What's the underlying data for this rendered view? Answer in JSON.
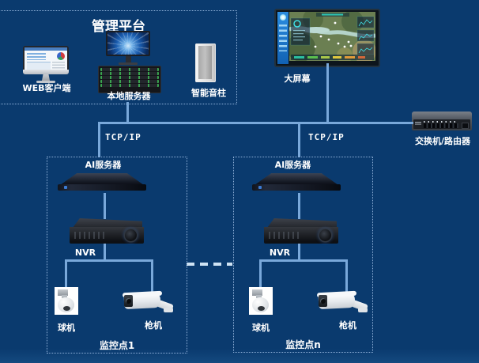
{
  "colors": {
    "background": "#0a3a6e",
    "line": "#79a8da",
    "box_border": "#8fb0d8",
    "text": "#ffffff"
  },
  "management_platform": {
    "title": "管理平台",
    "web_client_label": "WEB客户端",
    "local_server_label": "本地服务器",
    "speaker_label": "智能音柱"
  },
  "big_screen_label": "大屏幕",
  "switch_label": "交换机/路由器",
  "tcp_ip_left": "TCP/IP",
  "tcp_ip_right": "TCP/IP",
  "monitoring_points": [
    {
      "name": "监控点1",
      "ai_server_label": "AI服务器",
      "nvr_label": "NVR",
      "dome_label": "球机",
      "bullet_label": "枪机"
    },
    {
      "name": "监控点n",
      "ai_server_label": "AI服务器",
      "nvr_label": "NVR",
      "dome_label": "球机",
      "bullet_label": "枪机"
    }
  ]
}
